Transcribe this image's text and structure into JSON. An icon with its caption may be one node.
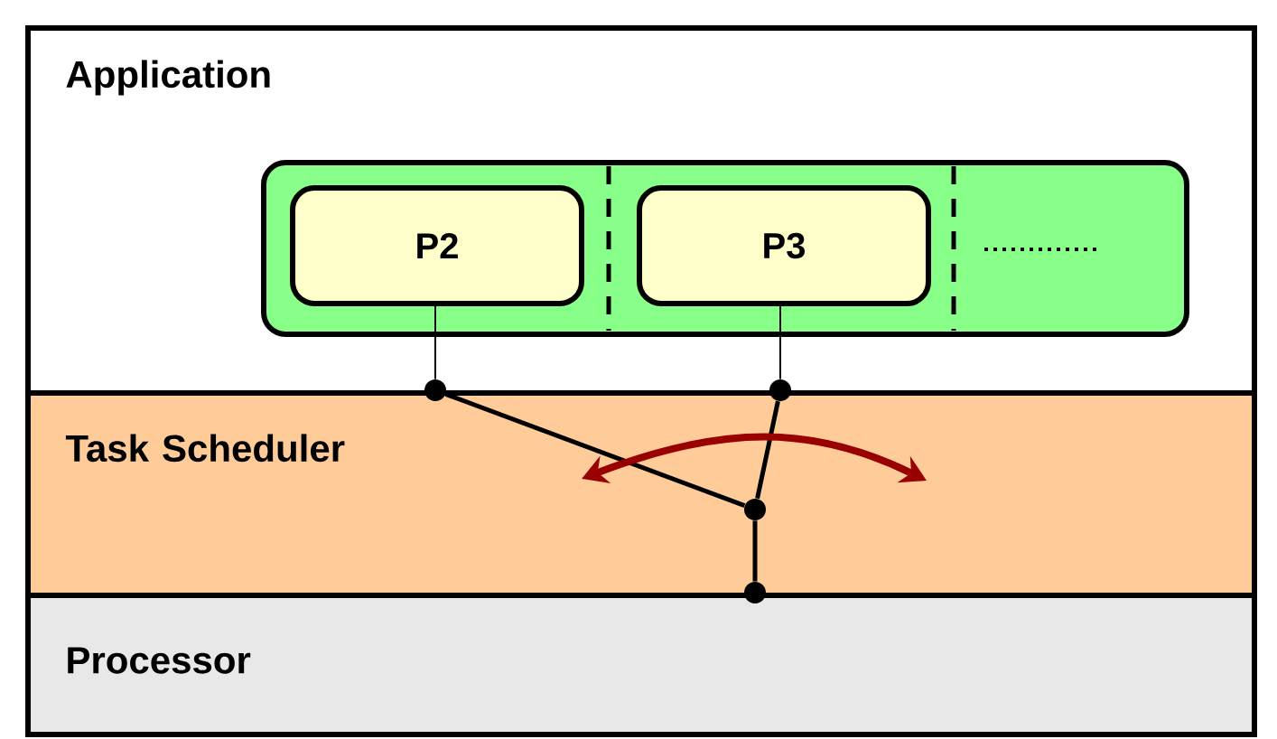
{
  "diagram": {
    "nodes": [
      {
        "text": [
          "Application"
        ]
      },
      {
        "text": [
          "Task Scheduler"
        ]
      },
      {
        "text": [
          "Processor"
        ]
      },
      {
        "text": [],
        "shape": "box",
        "in": 0
      },
      {
        "text": [
          "P2"
        ],
        "in": 3
      },
      {
        "text": [
          "P3"
        ],
        "in": 3
      },
      {
        "text": [],
        "shape": "circle"
      },
      {
        "text": [],
        "shape": "circle"
      },
      {
        "text": [],
        "shape": "circle",
        "in": 1
      },
      {
        "text": [],
        "shape": "circle"
      }
    ],
    "edges": [
      {
        "from": 4,
        "to": 6,
        "arrow": "none"
      },
      {
        "from": 5,
        "to": 7,
        "arrow": "none"
      },
      {
        "from": 6,
        "to": 8,
        "arrow": "none"
      },
      {
        "from": 7,
        "to": 8,
        "arrow": "none"
      },
      {
        "from": 8,
        "to": 9,
        "arrow": "none"
      }
    ]
  }
}
